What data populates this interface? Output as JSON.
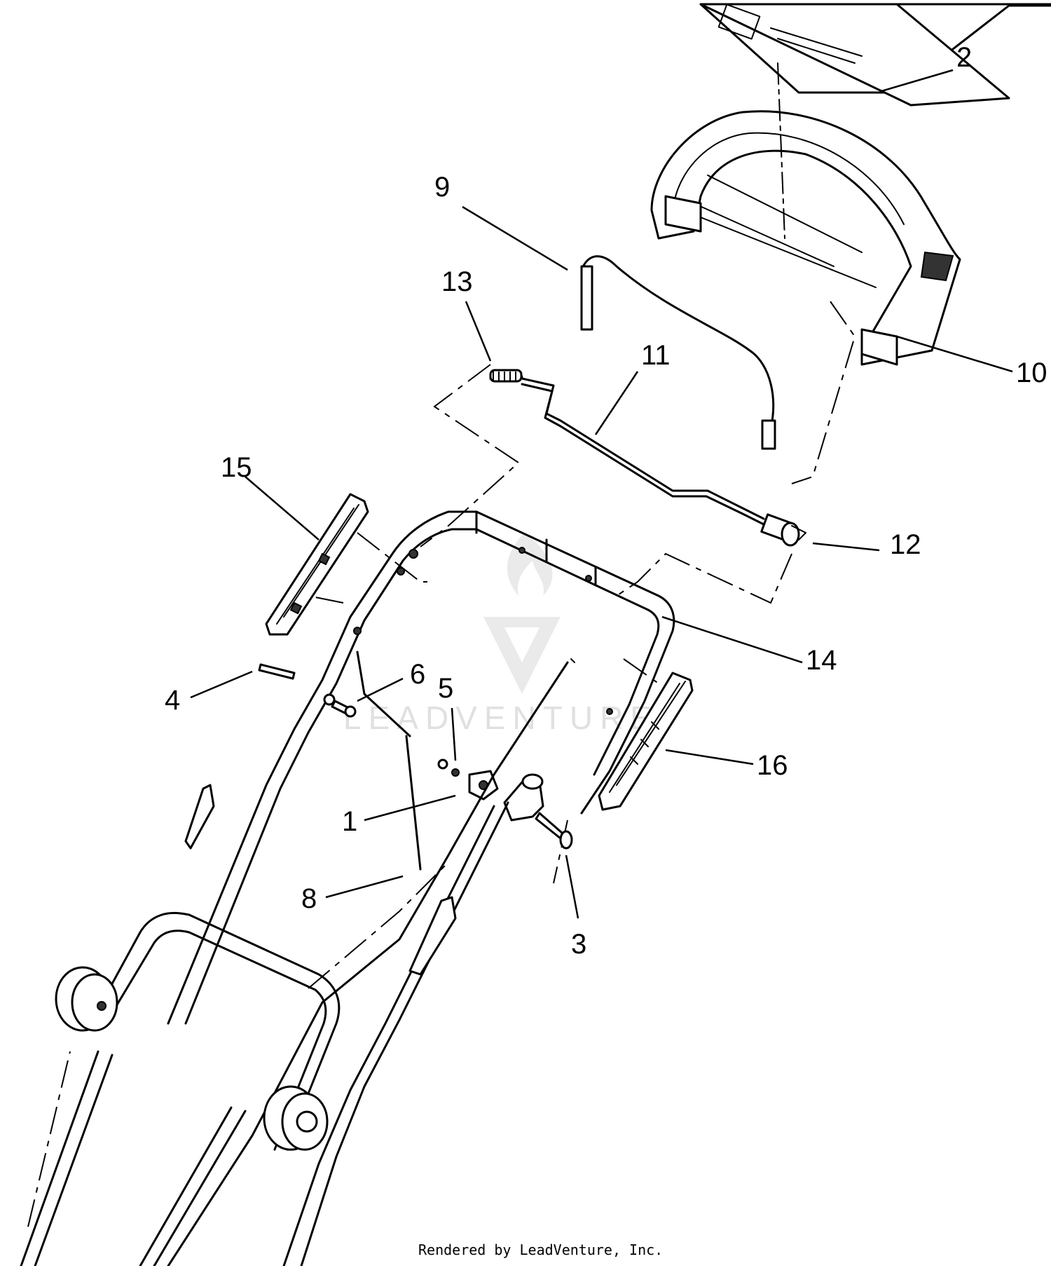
{
  "callouts": [
    {
      "id": "c2",
      "label": "2"
    },
    {
      "id": "c9",
      "label": "9"
    },
    {
      "id": "c13",
      "label": "13"
    },
    {
      "id": "c11",
      "label": "11"
    },
    {
      "id": "c10",
      "label": "10"
    },
    {
      "id": "c15",
      "label": "15"
    },
    {
      "id": "c12",
      "label": "12"
    },
    {
      "id": "c14",
      "label": "14"
    },
    {
      "id": "c4",
      "label": "4"
    },
    {
      "id": "c6",
      "label": "6"
    },
    {
      "id": "c5",
      "label": "5"
    },
    {
      "id": "c16",
      "label": "16"
    },
    {
      "id": "c1",
      "label": "1"
    },
    {
      "id": "c8",
      "label": "8"
    },
    {
      "id": "c3",
      "label": "3"
    }
  ],
  "watermark": {
    "text": "LEADVENTURE"
  },
  "footer": {
    "text": "Rendered by LeadVenture, Inc."
  },
  "colors": {
    "line": "#000000",
    "background": "#ffffff",
    "watermark": "#d9d9d9"
  }
}
